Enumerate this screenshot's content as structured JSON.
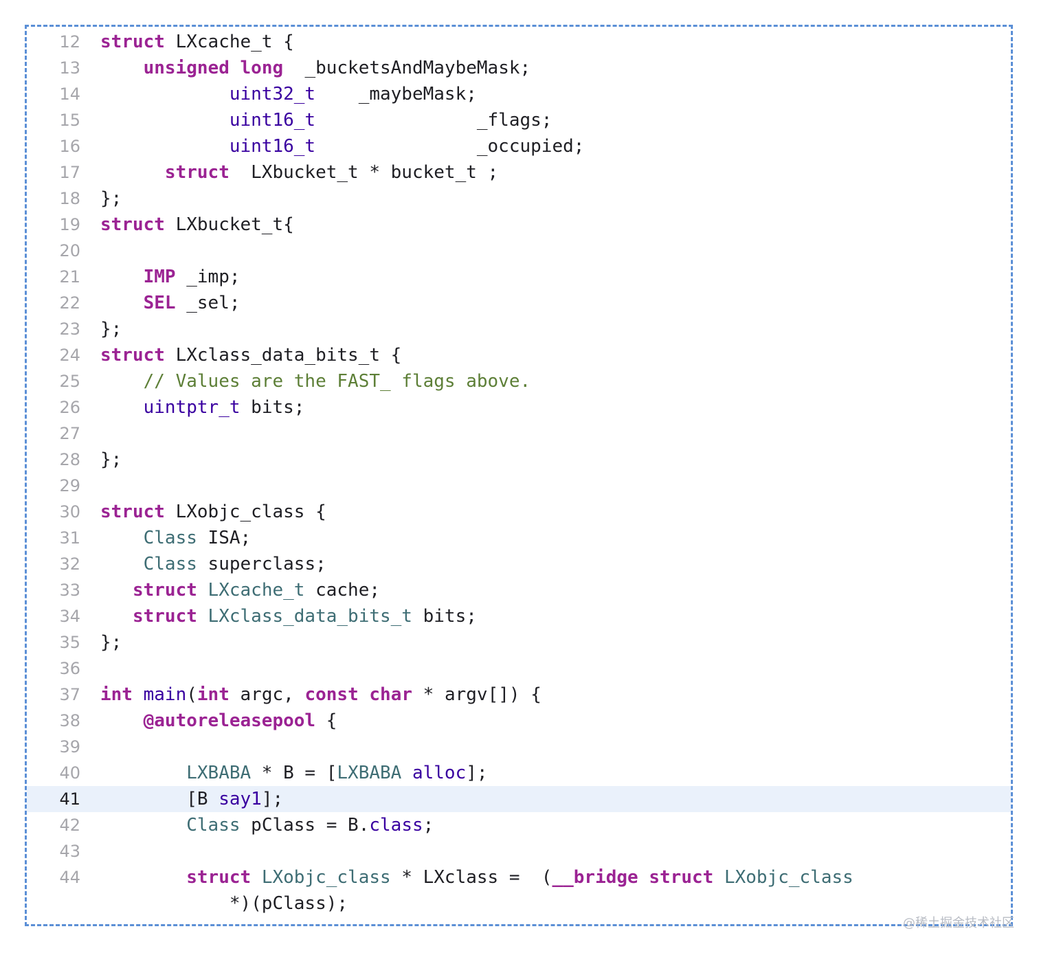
{
  "editor": {
    "current_line": "41",
    "watermark": "@稀土掘金技术社区"
  },
  "colors": {
    "keyword": "#9b2393",
    "type": "#3900a0",
    "class_ref": "#3e6d74",
    "comment": "#5d7f37",
    "border": "#5b8fd6",
    "current_line_bg": "#eaf1fb"
  },
  "lines": [
    {
      "num": "12",
      "tokens": [
        [
          "kw",
          "struct"
        ],
        [
          "plain",
          " LXcache_t {"
        ]
      ]
    },
    {
      "num": "13",
      "tokens": [
        [
          "plain",
          "    "
        ],
        [
          "kw",
          "unsigned"
        ],
        [
          "plain",
          " "
        ],
        [
          "kw",
          "long"
        ],
        [
          "plain",
          "  _bucketsAndMaybeMask;"
        ]
      ]
    },
    {
      "num": "14",
      "tokens": [
        [
          "plain",
          "            "
        ],
        [
          "ty",
          "uint32_t"
        ],
        [
          "plain",
          "    _maybeMask;"
        ]
      ]
    },
    {
      "num": "15",
      "tokens": [
        [
          "plain",
          "            "
        ],
        [
          "ty",
          "uint16_t"
        ],
        [
          "plain",
          "               _flags;"
        ]
      ]
    },
    {
      "num": "16",
      "tokens": [
        [
          "plain",
          "            "
        ],
        [
          "ty",
          "uint16_t"
        ],
        [
          "plain",
          "               _occupied;"
        ]
      ]
    },
    {
      "num": "17",
      "tokens": [
        [
          "plain",
          "      "
        ],
        [
          "kw",
          "struct"
        ],
        [
          "plain",
          "  LXbucket_t * bucket_t ;"
        ]
      ]
    },
    {
      "num": "18",
      "tokens": [
        [
          "plain",
          "};"
        ]
      ]
    },
    {
      "num": "19",
      "tokens": [
        [
          "kw",
          "struct"
        ],
        [
          "plain",
          " LXbucket_t{"
        ]
      ]
    },
    {
      "num": "20",
      "tokens": []
    },
    {
      "num": "21",
      "tokens": [
        [
          "plain",
          "    "
        ],
        [
          "kw",
          "IMP"
        ],
        [
          "plain",
          " _imp;"
        ]
      ]
    },
    {
      "num": "22",
      "tokens": [
        [
          "plain",
          "    "
        ],
        [
          "kw",
          "SEL"
        ],
        [
          "plain",
          " _sel;"
        ]
      ]
    },
    {
      "num": "23",
      "tokens": [
        [
          "plain",
          "};"
        ]
      ]
    },
    {
      "num": "24",
      "tokens": [
        [
          "kw",
          "struct"
        ],
        [
          "plain",
          " LXclass_data_bits_t {"
        ]
      ]
    },
    {
      "num": "25",
      "tokens": [
        [
          "plain",
          "    "
        ],
        [
          "cmt",
          "// Values are the FAST_ flags above."
        ]
      ]
    },
    {
      "num": "26",
      "tokens": [
        [
          "plain",
          "    "
        ],
        [
          "ty",
          "uintptr_t"
        ],
        [
          "plain",
          " bits;"
        ]
      ]
    },
    {
      "num": "27",
      "tokens": []
    },
    {
      "num": "28",
      "tokens": [
        [
          "plain",
          "};"
        ]
      ]
    },
    {
      "num": "29",
      "tokens": []
    },
    {
      "num": "30",
      "tokens": [
        [
          "kw",
          "struct"
        ],
        [
          "plain",
          " LXobjc_class {"
        ]
      ]
    },
    {
      "num": "31",
      "tokens": [
        [
          "plain",
          "    "
        ],
        [
          "cls",
          "Class"
        ],
        [
          "plain",
          " ISA;"
        ]
      ]
    },
    {
      "num": "32",
      "tokens": [
        [
          "plain",
          "    "
        ],
        [
          "cls",
          "Class"
        ],
        [
          "plain",
          " superclass;"
        ]
      ]
    },
    {
      "num": "33",
      "tokens": [
        [
          "plain",
          "   "
        ],
        [
          "kw",
          "struct"
        ],
        [
          "plain",
          " "
        ],
        [
          "cls",
          "LXcache_t"
        ],
        [
          "plain",
          " cache;"
        ]
      ]
    },
    {
      "num": "34",
      "tokens": [
        [
          "plain",
          "   "
        ],
        [
          "kw",
          "struct"
        ],
        [
          "plain",
          " "
        ],
        [
          "cls",
          "LXclass_data_bits_t"
        ],
        [
          "plain",
          " bits;"
        ]
      ]
    },
    {
      "num": "35",
      "tokens": [
        [
          "plain",
          "};"
        ]
      ]
    },
    {
      "num": "36",
      "tokens": []
    },
    {
      "num": "37",
      "tokens": [
        [
          "kw",
          "int"
        ],
        [
          "plain",
          " "
        ],
        [
          "ty",
          "main"
        ],
        [
          "plain",
          "("
        ],
        [
          "kw",
          "int"
        ],
        [
          "plain",
          " argc, "
        ],
        [
          "kw",
          "const"
        ],
        [
          "plain",
          " "
        ],
        [
          "kw",
          "char"
        ],
        [
          "plain",
          " * argv[]) {"
        ]
      ]
    },
    {
      "num": "38",
      "tokens": [
        [
          "plain",
          "    "
        ],
        [
          "dir",
          "@autoreleasepool"
        ],
        [
          "plain",
          " {"
        ]
      ]
    },
    {
      "num": "39",
      "tokens": []
    },
    {
      "num": "40",
      "tokens": [
        [
          "plain",
          "        "
        ],
        [
          "cls",
          "LXBABA"
        ],
        [
          "plain",
          " * B = ["
        ],
        [
          "cls",
          "LXBABA"
        ],
        [
          "plain",
          " "
        ],
        [
          "ty",
          "alloc"
        ],
        [
          "plain",
          "];"
        ]
      ]
    },
    {
      "num": "41",
      "tokens": [
        [
          "plain",
          "        [B "
        ],
        [
          "ty",
          "say1"
        ],
        [
          "plain",
          "];"
        ]
      ]
    },
    {
      "num": "42",
      "tokens": [
        [
          "plain",
          "        "
        ],
        [
          "cls",
          "Class"
        ],
        [
          "plain",
          " pClass = B."
        ],
        [
          "ty",
          "class"
        ],
        [
          "plain",
          ";"
        ]
      ]
    },
    {
      "num": "43",
      "tokens": []
    },
    {
      "num": "44",
      "tokens": [
        [
          "plain",
          "        "
        ],
        [
          "kw",
          "struct"
        ],
        [
          "plain",
          " "
        ],
        [
          "cls",
          "LXobjc_class"
        ],
        [
          "plain",
          " * LXclass =  ("
        ],
        [
          "kw",
          "__bridge"
        ],
        [
          "plain",
          " "
        ],
        [
          "kw",
          "struct"
        ],
        [
          "plain",
          " "
        ],
        [
          "cls",
          "LXobjc_class"
        ]
      ]
    },
    {
      "num": "",
      "tokens": [
        [
          "plain",
          "            *)(pClass);"
        ]
      ]
    }
  ]
}
